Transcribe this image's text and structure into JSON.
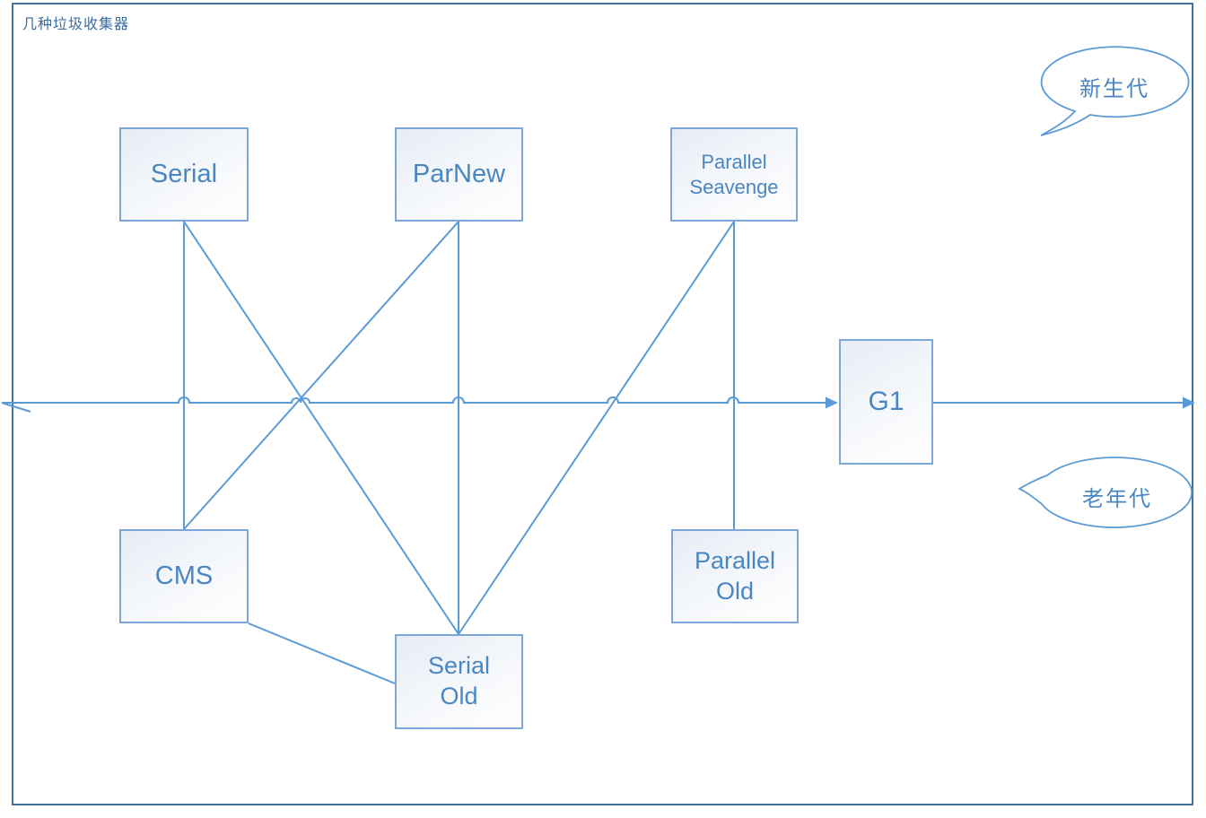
{
  "diagram": {
    "title": "几种垃圾收集器",
    "accent_color": "#5b9bd5",
    "box_border_color": "#7da7d9",
    "box_text_color": "#4a86c2",
    "frame_border_color": "#41719c",
    "nodes": {
      "serial": {
        "label": "Serial",
        "generation": "young"
      },
      "parnew": {
        "label": "ParNew",
        "generation": "young"
      },
      "parallel_seavenge": {
        "label": "Parallel Seavenge",
        "generation": "young"
      },
      "g1": {
        "label": "G1",
        "generation": "both"
      },
      "cms": {
        "label": "CMS",
        "generation": "old"
      },
      "serial_old": {
        "label": "Serial Old",
        "generation": "old"
      },
      "parallel_old": {
        "label": "Parallel Old",
        "generation": "old"
      }
    },
    "callouts": {
      "young": {
        "label": "新生代"
      },
      "old": {
        "label": "老年代"
      }
    },
    "connections": [
      {
        "from": "Serial",
        "to": "CMS"
      },
      {
        "from": "Serial",
        "to": "Serial Old"
      },
      {
        "from": "ParNew",
        "to": "CMS"
      },
      {
        "from": "ParNew",
        "to": "Serial Old"
      },
      {
        "from": "Parallel Seavenge",
        "to": "Serial Old"
      },
      {
        "from": "Parallel Seavenge",
        "to": "Parallel Old"
      },
      {
        "from": "CMS",
        "to": "Serial Old"
      }
    ],
    "axis": {
      "description": "horizontal arrow line separating young and old generations, passing through G1",
      "direction": "left-to-right"
    }
  }
}
